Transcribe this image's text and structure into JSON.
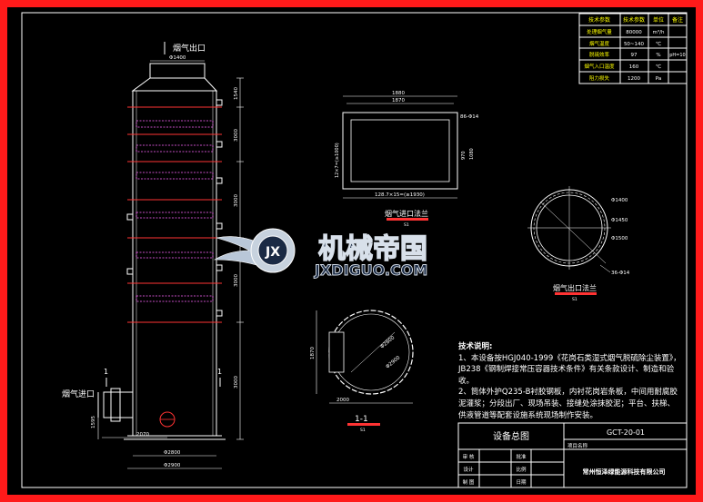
{
  "spec_table": {
    "headers": [
      "技术参数",
      "技术参数",
      "单位",
      "备注"
    ],
    "rows": [
      [
        "处理烟气量",
        "80000",
        "m³/h",
        ""
      ],
      [
        "烟气温度",
        "50~140",
        "℃",
        ""
      ],
      [
        "脱硫效率",
        "97",
        "%",
        "pH=10"
      ],
      [
        "烟气入口温度",
        "160",
        "℃",
        ""
      ],
      [
        "阻力损失",
        "1200",
        "Pa",
        ""
      ]
    ]
  },
  "tower": {
    "outlet_label": "烟气出口",
    "inlet_label": "烟气进口",
    "top_dim": "Φ1400",
    "bottom_dim_1": "Φ2800",
    "bottom_dim_2": "Φ2900",
    "side_dims": [
      "1540",
      "3000",
      "3000",
      "3000",
      "3000"
    ],
    "inlet_height": "1595",
    "inlet_offset": "2070",
    "section_mark": "1"
  },
  "inlet_flange": {
    "title": "烟气进口法兰",
    "scale": "S1",
    "dim_top_1": "1880",
    "dim_top_2": "1870",
    "dim_right_label": "86-Φ14",
    "dim_left": "12×7=(≥1000)",
    "dim_bottom": "128.7×15=(≥1930)",
    "dim_h_1": "970",
    "dim_h_2": "1080"
  },
  "outlet_flange": {
    "title": "烟气出口法兰",
    "scale": "S1",
    "dim_1": "Φ1400",
    "dim_2": "Φ1450",
    "dim_3": "Φ1500",
    "holes": "36-Φ14"
  },
  "section": {
    "title": "1-1",
    "scale": "S1",
    "dim_a": "Φ2800",
    "dim_b": "Φ2900",
    "height": "1870",
    "width": "2000"
  },
  "watermark": {
    "cn": "机械帝国",
    "en": "JXDIGUO.COM",
    "mark": "JX"
  },
  "notes": {
    "title": "技术说明:",
    "lines": [
      "1、本设备按HGJ040-1999《花岗石类湿式烟气脱硫除尘装置》，JB238《钢制焊接常压容器技术条件》有关条款设计、制造和验收。",
      "2、筒体外护Q235-B衬胶钢板，内衬花岗岩条板，中间用耐腐胶泥灌浆；分段出厂、现场吊装、接缝处涂抹胶泥；平台、扶梯、供液管道等配套设施系统现场制作安装。"
    ]
  },
  "title_block": {
    "drawing_title": "设备总图",
    "drawing_no": "GCT-20-01",
    "project_label": "项目名称",
    "company": "常州恒泽绿能源科技有限公司",
    "rows_left": [
      "审 核",
      "设计",
      "制 图"
    ],
    "rows_right": [
      "批准",
      "比例",
      "日期"
    ]
  }
}
